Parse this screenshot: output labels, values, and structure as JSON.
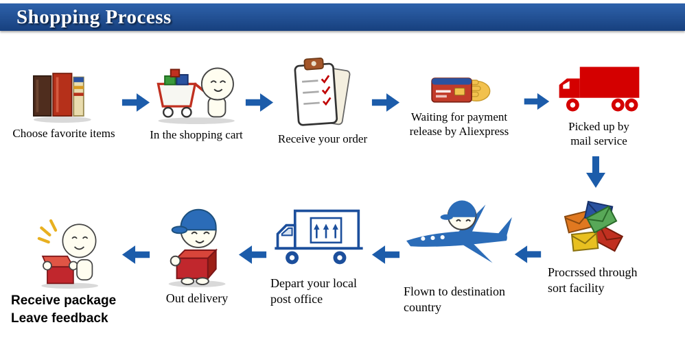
{
  "header": {
    "title": "Shopping Process"
  },
  "colors": {
    "header_bg": "#1e4c8f",
    "arrow_blue": "#1c5caa",
    "truck_red": "#d40000",
    "box_red": "#c1272d",
    "cap_blue": "#2b6cb8",
    "outline_blue": "#1c4f9c"
  },
  "steps": [
    {
      "id": "choose-items",
      "label": "Choose favorite items",
      "icon": "books-icon"
    },
    {
      "id": "shopping-cart",
      "label": "In the shopping cart",
      "icon": "cart-character-icon"
    },
    {
      "id": "receive-order",
      "label": "Receive your order",
      "icon": "clipboard-checklist-icon"
    },
    {
      "id": "payment",
      "label": "Waiting for payment\nrelease by Aliexpress",
      "icon": "payment-card-icon"
    },
    {
      "id": "pickup",
      "label": "Picked up by\nmail service",
      "icon": "mail-truck-icon"
    },
    {
      "id": "sort-facility",
      "label": "Procrssed through\nsort facility",
      "icon": "sorted-mail-icon"
    },
    {
      "id": "flown",
      "label": "Flown to destination\ncountry",
      "icon": "airplane-character-icon"
    },
    {
      "id": "post-office",
      "label": "Depart your local\npost office",
      "icon": "post-office-truck-icon"
    },
    {
      "id": "out-delivery",
      "label": "Out delivery",
      "icon": "delivery-character-icon"
    },
    {
      "id": "receive-package",
      "label": "Receive package\nLeave feedback",
      "icon": "receive-package-icon"
    }
  ]
}
